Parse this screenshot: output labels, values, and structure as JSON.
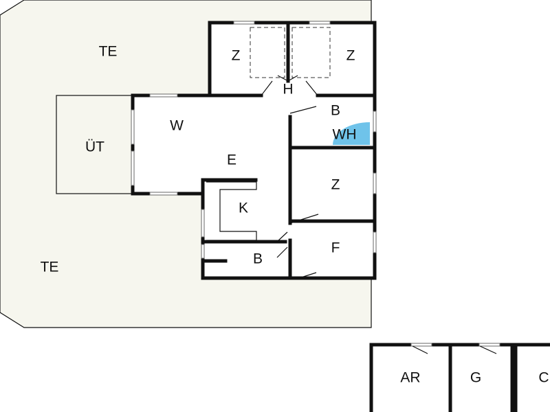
{
  "colors": {
    "terrace_fill": "#f6f6ee",
    "room_fill": "#ffffff",
    "wall": "#111111",
    "shower_accent": "#6fc3ea"
  },
  "rooms": {
    "terrace_top": "TE",
    "terrace_bottom": "TE",
    "covered_terrace": "ÜT",
    "bedroom_1": "Z",
    "bedroom_2": "Z",
    "bedroom_3": "Z",
    "hall": "H",
    "bathroom_1": "B",
    "washroom": "WH",
    "living": "W",
    "dining": "E",
    "kitchen": "K",
    "bathroom_2": "B",
    "corridor": "F"
  },
  "outbuildings": {
    "ar": "AR",
    "g": "G",
    "c": "C"
  }
}
